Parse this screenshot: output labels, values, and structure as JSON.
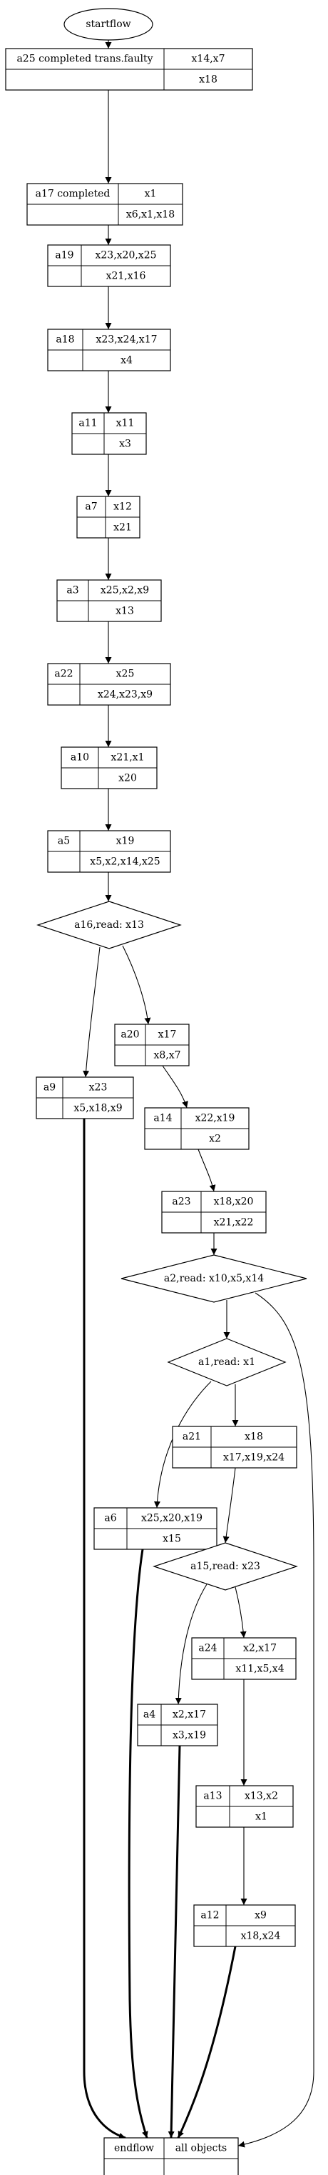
{
  "diagram": {
    "start_label": "startflow",
    "nodes": [
      {
        "id": "a25",
        "label": "a25 completed trans.faulty",
        "top": "x14,x7",
        "bottom": "x18"
      },
      {
        "id": "a17",
        "label": "a17 completed",
        "top": "x1",
        "bottom": "x6,x1,x18"
      },
      {
        "id": "a19",
        "label": "a19",
        "top": "x23,x20,x25",
        "bottom": "x21,x16"
      },
      {
        "id": "a18",
        "label": "a18",
        "top": "x23,x24,x17",
        "bottom": "x4"
      },
      {
        "id": "a11",
        "label": "a11",
        "top": "x11",
        "bottom": "x3"
      },
      {
        "id": "a7",
        "label": "a7",
        "top": "x12",
        "bottom": "x21"
      },
      {
        "id": "a3",
        "label": "a3",
        "top": "x25,x2,x9",
        "bottom": "x13"
      },
      {
        "id": "a22",
        "label": "a22",
        "top": "x25",
        "bottom": "x24,x23,x9"
      },
      {
        "id": "a10",
        "label": "a10",
        "top": "x21,x1",
        "bottom": "x20"
      },
      {
        "id": "a5",
        "label": "a5",
        "top": "x19",
        "bottom": "x5,x2,x14,x25"
      },
      {
        "id": "a9",
        "label": "a9",
        "top": "x23",
        "bottom": "x5,x18,x9"
      },
      {
        "id": "a20",
        "label": "a20",
        "top": "x17",
        "bottom": "x8,x7"
      },
      {
        "id": "a14",
        "label": "a14",
        "top": "x22,x19",
        "bottom": "x2"
      },
      {
        "id": "a23",
        "label": "a23",
        "top": "x18,x20",
        "bottom": "x21,x22"
      },
      {
        "id": "a21",
        "label": "a21",
        "top": "x18",
        "bottom": "x17,x19,x24"
      },
      {
        "id": "a6",
        "label": "a6",
        "top": "x25,x20,x19",
        "bottom": "x15"
      },
      {
        "id": "a24",
        "label": "a24",
        "top": "x2,x17",
        "bottom": "x11,x5,x4"
      },
      {
        "id": "a4",
        "label": "a4",
        "top": "x2,x17",
        "bottom": "x3,x19"
      },
      {
        "id": "a13",
        "label": "a13",
        "top": "x13,x2",
        "bottom": "x1"
      },
      {
        "id": "a12",
        "label": "a12",
        "top": "x9",
        "bottom": "x18,x24"
      }
    ],
    "decisions": [
      {
        "id": "a16",
        "label": "a16,read: x13"
      },
      {
        "id": "a2",
        "label": "a2,read: x10,x5,x14"
      },
      {
        "id": "a1",
        "label": "a1,read: x1"
      },
      {
        "id": "a15",
        "label": "a15,read: x23"
      }
    ],
    "end": {
      "label": "endflow",
      "objects": "all objects"
    },
    "edges": [
      {
        "from": "startflow",
        "to": "a25"
      },
      {
        "from": "a25",
        "to": "a17"
      },
      {
        "from": "a17",
        "to": "a19"
      },
      {
        "from": "a19",
        "to": "a18"
      },
      {
        "from": "a18",
        "to": "a11"
      },
      {
        "from": "a11",
        "to": "a7"
      },
      {
        "from": "a7",
        "to": "a3"
      },
      {
        "from": "a3",
        "to": "a22"
      },
      {
        "from": "a22",
        "to": "a10"
      },
      {
        "from": "a10",
        "to": "a5"
      },
      {
        "from": "a5",
        "to": "a16"
      },
      {
        "from": "a16",
        "to": "a9"
      },
      {
        "from": "a16",
        "to": "a20"
      },
      {
        "from": "a20",
        "to": "a14"
      },
      {
        "from": "a14",
        "to": "a23"
      },
      {
        "from": "a23",
        "to": "a2"
      },
      {
        "from": "a2",
        "to": "a1"
      },
      {
        "from": "a2",
        "to": "endflow"
      },
      {
        "from": "a1",
        "to": "a6"
      },
      {
        "from": "a1",
        "to": "a21"
      },
      {
        "from": "a21",
        "to": "a15"
      },
      {
        "from": "a15",
        "to": "a4"
      },
      {
        "from": "a15",
        "to": "a24"
      },
      {
        "from": "a24",
        "to": "a13"
      },
      {
        "from": "a13",
        "to": "a12"
      },
      {
        "from": "a9",
        "to": "endflow",
        "bold": true
      },
      {
        "from": "a6",
        "to": "endflow",
        "bold": true
      },
      {
        "from": "a4",
        "to": "endflow",
        "bold": true
      },
      {
        "from": "a12",
        "to": "endflow",
        "bold": true
      }
    ]
  }
}
